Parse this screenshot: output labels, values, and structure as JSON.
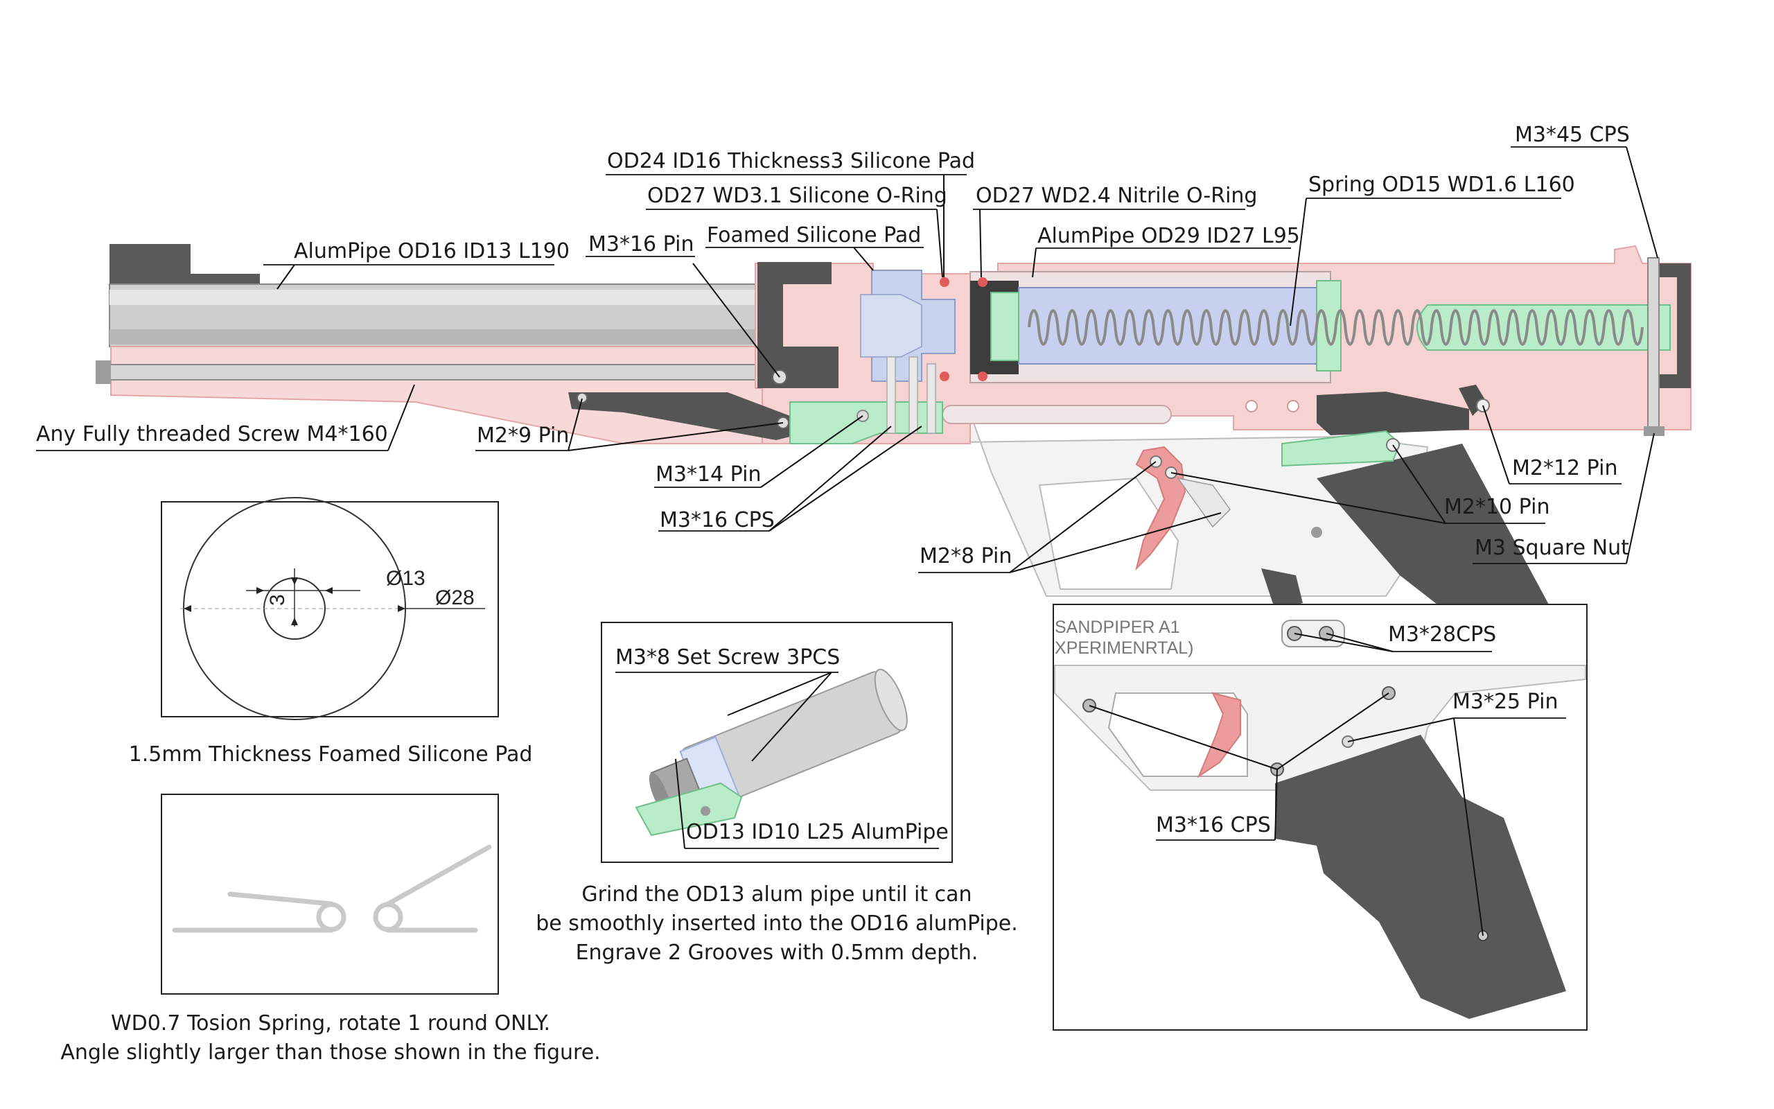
{
  "labels": {
    "silicone_pad": "OD24 ID16 Thickness3 Silicone Pad",
    "oring_silicone": "OD27 WD3.1 Silicone O-Ring",
    "oring_nitrile": "OD27 WD2.4 Nitrile O-Ring",
    "spring_main": "Spring OD15 WD1.6 L160",
    "cps_m3_45": "M3*45 CPS",
    "alum_pipe_barrel": "AlumPipe OD16 ID13 L190",
    "pin_m3_16": "M3*16 Pin",
    "foamed_pad": "Foamed Silicone Pad",
    "alum_pipe_cylinder": "AlumPipe OD29 ID27 L95",
    "screw_m4_160": "Any Fully threaded Screw M4*160",
    "pin_m2_9": "M2*9 Pin",
    "pin_m3_14": "M3*14 Pin",
    "cps_m3_16": "M3*16 CPS",
    "pin_m2_8": "M2*8 Pin",
    "pin_m2_12": "M2*12 Pin",
    "pin_m2_10": "M2*10 Pin",
    "square_nut": "M3 Square Nut"
  },
  "pad_panel": {
    "dim_od": "Ø28",
    "dim_id": "Ø13",
    "dim_width": "3",
    "caption": "1.5mm Thickness Foamed Silicone Pad"
  },
  "spring_panel": {
    "caption_line1": "WD0.7 Tosion Spring, rotate 1 round ONLY.",
    "caption_line2": "Angle slightly larger than those shown in the figure."
  },
  "pipe_panel": {
    "label_set_screw": "M3*8 Set Screw 3PCS",
    "label_pipe": "OD13 ID10 L25 AlumPipe",
    "caption_line1": "Grind the OD13 alum pipe until it can",
    "caption_line2": "be smoothly inserted into the OD16 alumPipe.",
    "caption_line3": "Engrave 2 Grooves with 0.5mm depth."
  },
  "detail_panel": {
    "engraving_line1": "SANDPIPER A1",
    "engraving_line2": "XPERIMENRTAL)",
    "label_cps_28": "M3*28CPS",
    "label_pin_25": "M3*25 Pin",
    "label_cps_16": "M3*16 CPS"
  },
  "colors": {
    "frame_pink": "#f6d2d2",
    "frame_pink_edge": "#e3a6a6",
    "part_green": "#b9ecc8",
    "seal_blue": "#c9d3ee",
    "steel_grey": "#c4c4c4",
    "dark_grey": "#5c5c5c",
    "trigger_red": "#ec9c9c",
    "lower_light": "#f2f2f2"
  }
}
